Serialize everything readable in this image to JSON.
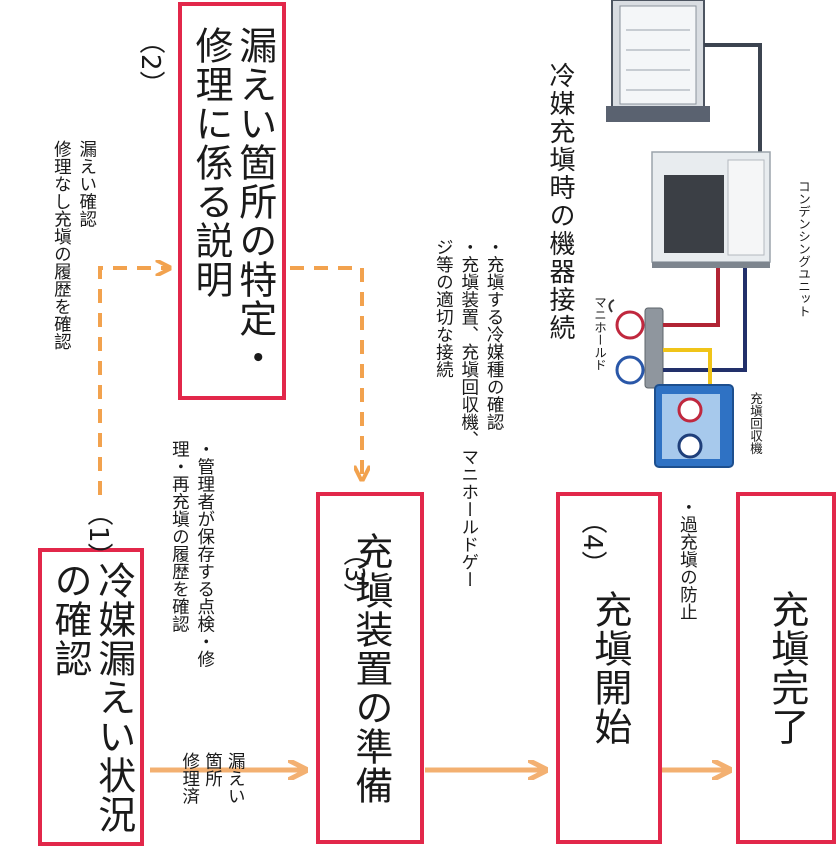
{
  "steps": [
    {
      "number": "（1）",
      "title": "冷媒漏えい状況\nの確認"
    },
    {
      "number": "（2）",
      "title": "漏えい箇所の特定・\n修理に係る説明"
    },
    {
      "number": "（3）",
      "title": "充塡装置の準備"
    },
    {
      "number": "（4）",
      "title": "充塡開始"
    },
    {
      "number": "",
      "title": "充塡完了"
    }
  ],
  "notes": {
    "step1": "・管理者が保存する点検・修\n理・再充塡の履歴を確認",
    "step3": "・充塡する冷媒種の確認\n・充塡装置、充塡回収機、マニホールドゲー\nジ等の適切な接続",
    "step4": "・過充塡の防止"
  },
  "branches": {
    "leak_confirmed": "漏えい確認\n修理なし充塡の履歴を確認",
    "repaired": "漏えい\n箇所\n修理済"
  },
  "illustration": {
    "title": "冷媒充塡時の機器接続",
    "labels": {
      "manifold": "マニホールド",
      "condensing_unit": "コンデンシングユニット",
      "recovery_machine": "充塡回収機"
    }
  },
  "colors": {
    "box_border": "#e2274a",
    "arrow": "#f3b071",
    "dashed_arrow": "#f2a24e"
  }
}
